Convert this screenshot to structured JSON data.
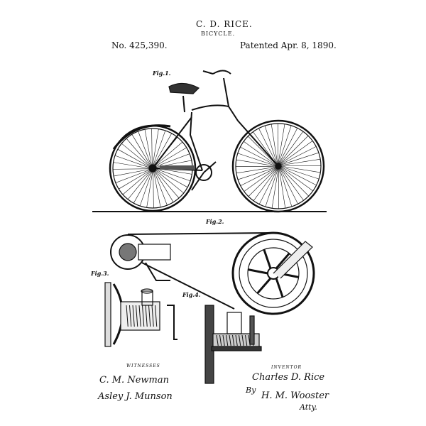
{
  "header": {
    "inventor": "C. D. RICE.",
    "invention": "BICYCLE.",
    "patent_number": "No. 425,390.",
    "patent_date": "Patented Apr. 8, 1890."
  },
  "figures": {
    "fig1": "Fig.1.",
    "fig2": "Fig.2.",
    "fig3": "Fig.3.",
    "fig4": "Fig.4."
  },
  "signatures": {
    "witnesses_label": "WITNESSES",
    "witness1": "C. M. Newman",
    "witness2": "Asley J. Munson",
    "inventor_label": "INVENTOR",
    "inventor_signature": "Charles D. Rice",
    "by": "By",
    "attorney": "H. M. Wooster",
    "atty": "Atty."
  }
}
